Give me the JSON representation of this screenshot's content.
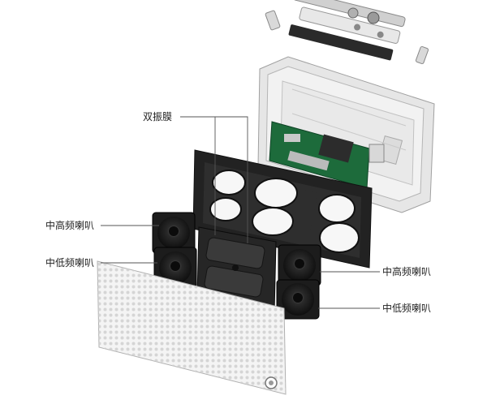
{
  "callouts": {
    "dual_diaphragm": "双振膜",
    "mid_high_left": "中高频喇叭",
    "mid_low_left": "中低频喇叭",
    "mid_high_right": "中高频喇叭",
    "mid_low_right": "中低频喇叭"
  },
  "colors": {
    "housing": "#eeeeee",
    "frame": "#1f1f1f",
    "pcb": "#1d6b3b",
    "grille": "#f4f4f4",
    "leader": "#555555"
  }
}
